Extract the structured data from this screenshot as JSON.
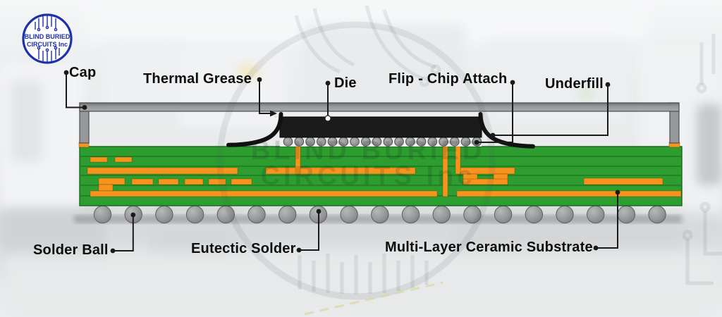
{
  "logo": {
    "line1": "BLIND BURIED",
    "line2": "CIRCUITS Inc"
  },
  "watermark": {
    "line1": "BLIND BURIED",
    "line2": "CIRCUITS Inc"
  },
  "labels": {
    "cap": "Cap",
    "thermal_grease": "Thermal Grease",
    "die": "Die",
    "flip_chip_attach": "Flip - Chip Attach",
    "underfill": "Underfill",
    "solder_ball": "Solder Ball",
    "eutectic_solder": "Eutectic Solder",
    "substrate": "Multi-Layer Ceramic Substrate"
  },
  "colors": {
    "substrate_green": "#2e9d30",
    "trace_orange": "#f7941d",
    "die_black": "#1b1b1b",
    "cap_gray": "#97989a",
    "ball_gray": "#8f9092",
    "connector_black": "#1a1a1a",
    "logo_blue": "#1e31ac"
  }
}
